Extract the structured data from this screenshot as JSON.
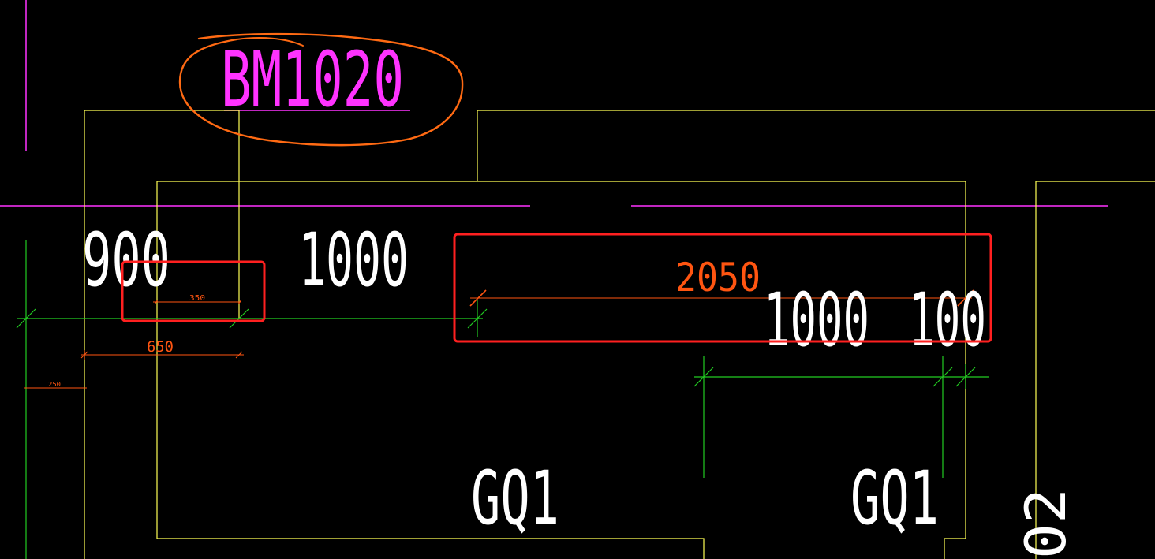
{
  "colors": {
    "background": "#000000",
    "wall": "#ffff55",
    "axis": "#ff33ff",
    "dimension_green": "#22cc22",
    "dimension_orange": "#ff5511",
    "annotation_circle": "#ff6a13",
    "highlight_box": "#ff2020",
    "text_white": "#ffffff"
  },
  "labels": {
    "door_tag": "BM1020",
    "dim_900": "900",
    "dim_1000_left": "1000",
    "dim_2050": "2050",
    "dim_1000_right": "1000",
    "dim_100": "100",
    "dim_350": "350",
    "dim_650": "650",
    "dim_250": "250",
    "gq1_left": "GQ1",
    "gq1_right": "GQ1",
    "partial_label": "02"
  }
}
